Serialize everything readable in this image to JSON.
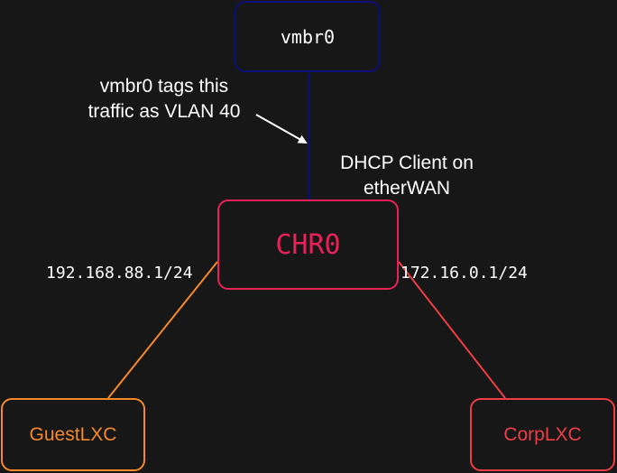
{
  "nodes": {
    "vmbr0": "vmbr0",
    "chr0": "CHR0",
    "guest": "GuestLXC",
    "corp": "CorpLXC"
  },
  "annotations": {
    "vlan_tag_line1": "vmbr0 tags this",
    "vlan_tag_line2": "traffic as VLAN 40",
    "dhcp_line1": "DHCP Client on",
    "dhcp_line2": "etherWAN"
  },
  "links": {
    "guest_ip": "192.168.88.1/24",
    "corp_ip": "172.16.0.1/24"
  },
  "colors": {
    "background": "#171717",
    "vmbr0_border": "#0d0d7a",
    "chr0": "#e8215a",
    "guest": "#f5892a",
    "corp": "#ef3d45",
    "text": "#ffffff"
  }
}
